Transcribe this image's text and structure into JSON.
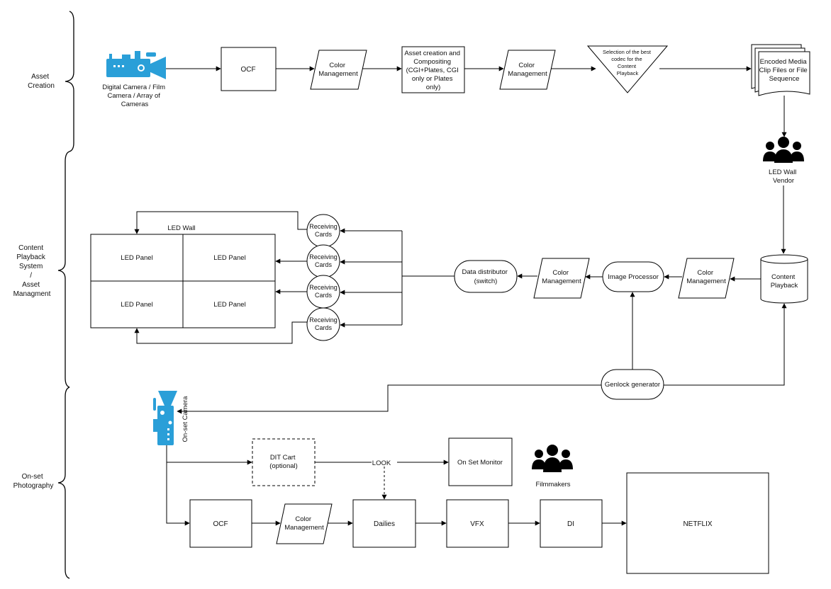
{
  "sections": {
    "asset_creation": [
      "Asset",
      "Creation"
    ],
    "content_playback": [
      "Content",
      "Playback",
      "System",
      "/",
      "Asset",
      "Managment"
    ],
    "onset_photography": [
      "On-set",
      "Photography"
    ]
  },
  "asset_row": {
    "camera_label": [
      "Digital Camera / Film",
      "Camera / Array of",
      "Cameras"
    ],
    "ocf": "OCF",
    "color_mgmt_1": [
      "Color",
      "Management"
    ],
    "asset_creation": [
      "Asset creation and",
      "Compositing",
      "(CGI+Plates, CGI",
      "only or Plates",
      "only)"
    ],
    "color_mgmt_2": [
      "Color",
      "Management"
    ],
    "codec_selection": [
      "Selection of the best",
      "codec for the",
      "Content",
      "Playback"
    ],
    "encoded_media": [
      "Encoded Media",
      "Clip Files or File",
      "Sequence"
    ],
    "led_vendor": [
      "LED Wall",
      "Vendor"
    ]
  },
  "playback_row": {
    "led_wall_title": "LED Wall",
    "led_panels": [
      "LED Panel",
      "LED Panel",
      "LED Panel",
      "LED Panel"
    ],
    "receiving_cards": [
      [
        "Receiving",
        "Cards"
      ],
      [
        "Receiving",
        "Cards"
      ],
      [
        "Receiving",
        "Cards"
      ],
      [
        "Receiving",
        "Cards"
      ]
    ],
    "data_distributor": [
      "Data distributor",
      "(switch)"
    ],
    "color_mgmt_3": [
      "Color",
      "Management"
    ],
    "image_processor": "Image Processor",
    "color_mgmt_4": [
      "Color",
      "Management"
    ],
    "content_playback": [
      "Content",
      "Playback"
    ],
    "genlock": "Genlock generator"
  },
  "onset_row": {
    "onset_camera": "On-set Camera",
    "dit_cart": [
      "DIT Cart",
      "(optional)"
    ],
    "look": "LOOK",
    "onset_monitor": "On Set Monitor",
    "filmmakers": "Filmmakers",
    "ocf": "OCF",
    "color_mgmt_5": [
      "Color",
      "Management"
    ],
    "dailies": "Dailies",
    "vfx": "VFX",
    "di": "DI",
    "netflix": "NETFLIX"
  },
  "colors": {
    "camera": "#2a9fd8",
    "stroke": "#000000"
  },
  "icons": [
    "video-camera-icon",
    "people-group-icon",
    "onset-camera-icon"
  ]
}
